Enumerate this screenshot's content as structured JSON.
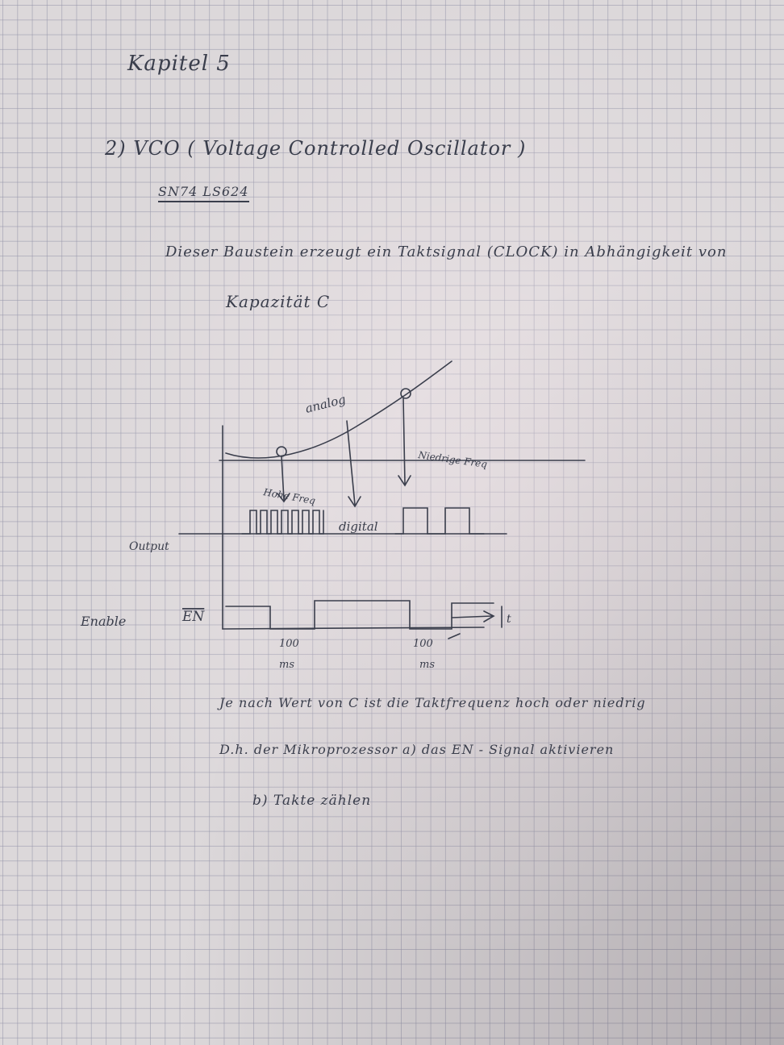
{
  "heading": "Kapitel 5",
  "section": "2) VCO ( Voltage Controlled Oscillator )",
  "part_number": "SN74 LS624",
  "description": {
    "line1": "Dieser Baustein erzeugt ein Taktsignal (CLOCK) in Abhängigkeit von",
    "line2": "Kapazität C"
  },
  "diagram": {
    "analog_label": "analog",
    "low_freq_label": "Niedrige Freq",
    "high_freq_label": "Hohe Freq",
    "digital_label": "digital",
    "output_label": "Output",
    "enable_label": "Enable",
    "en_label": "EN",
    "t_label": "t",
    "tick1": "100",
    "tick1_unit": "ms",
    "tick2": "100",
    "tick2_unit": "ms"
  },
  "notes": {
    "line1": "Je nach Wert von C ist die Taktfrequenz hoch oder niedrig",
    "line2": "D.h. der Mikroprozessor a) das EN - Signal aktivieren",
    "line3": "b) Takte zählen"
  },
  "colors": {
    "ink": "#3a3e4c",
    "paper": "#dcd8da",
    "grid": "#9696aa"
  }
}
